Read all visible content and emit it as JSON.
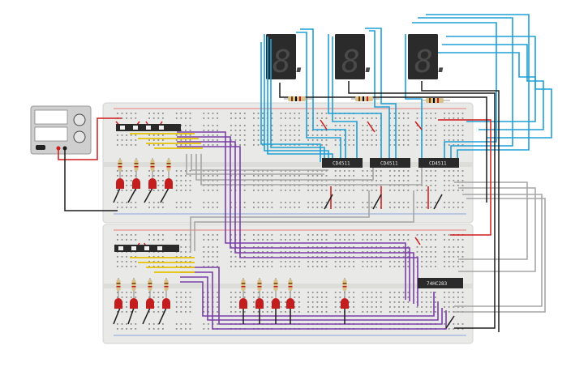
{
  "colors": {
    "background": "#ffffff",
    "breadboard": "#e9e9e7",
    "breadboard_edge": "#d3d3d0",
    "hole": "#8c8c8c",
    "rail_red": "#e35b5b",
    "rail_blue": "#6a8ed8",
    "wire_blue": "#1f9fd6",
    "wire_purple": "#7b3fa8",
    "wire_yellow": "#e8c200",
    "wire_red": "#d01b1b",
    "wire_black": "#1b1b1b",
    "wire_gray": "#a6a6a6",
    "led_red": "#c41d1d",
    "display_body": "#2b2b2b",
    "display_segment": "#4a4a4a",
    "chip_body": "#2a2a2a",
    "power_supply": "#cfcfcf"
  },
  "chips": {
    "decoder_1": "CD4511",
    "decoder_2": "CD4511",
    "decoder_3": "CD4511",
    "adder": "74HC283"
  },
  "displays": [
    {
      "digit": "8."
    },
    {
      "digit": "8."
    },
    {
      "digit": "8."
    }
  ],
  "icons": {
    "power_supply": "dc-power-supply-icon",
    "seven_segment": "seven-segment-display-icon",
    "led": "led-icon",
    "resistor": "resistor-icon",
    "dip_switch": "dip-switch-icon",
    "ic": "integrated-circuit-icon"
  }
}
